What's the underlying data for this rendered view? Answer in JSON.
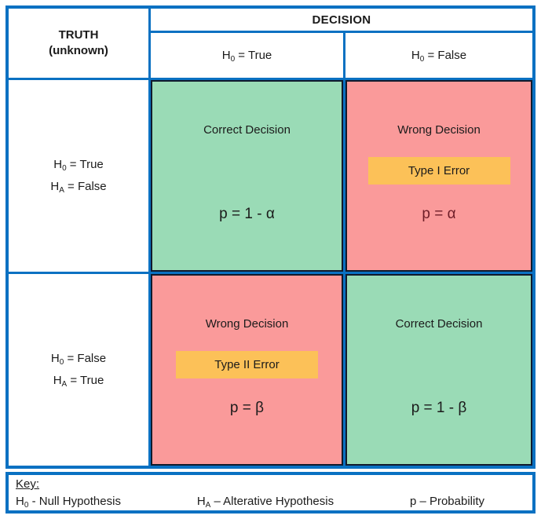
{
  "colors": {
    "border_blue": "#0a71c2",
    "correct_green": "#9adbb6",
    "wrong_red": "#fa9a9a",
    "error_badge_orange": "#fcc158",
    "cell_outline_dark": "#111a2c",
    "p_alpha_maroon": "#6e1e28",
    "text_black": "#1b1b1b"
  },
  "table": {
    "truth_header": {
      "line1": "TRUTH",
      "line2": "(unknown)"
    },
    "decision_header": "DECISION",
    "col_headers": [
      {
        "base": "H",
        "sub": "0",
        "rest": " = True"
      },
      {
        "base": "H",
        "sub": "0",
        "rest": " = False"
      }
    ],
    "rows": [
      {
        "label_lines": [
          {
            "base": "H",
            "sub": "0",
            "rest": " = True"
          },
          {
            "base": "H",
            "sub": "A",
            "rest": " = False"
          }
        ],
        "cells": [
          {
            "type": "correct",
            "label": "Correct Decision",
            "p": "p =  1 - α"
          },
          {
            "type": "wrong",
            "label": "Wrong Decision",
            "badge": "Type I Error",
            "p": "p = α"
          }
        ]
      },
      {
        "label_lines": [
          {
            "base": "H",
            "sub": "0",
            "rest": " = False"
          },
          {
            "base": "H",
            "sub": "A",
            "rest": " = True"
          }
        ],
        "cells": [
          {
            "type": "wrong",
            "label": "Wrong Decision",
            "badge": "Type II Error",
            "p": "p = β"
          },
          {
            "type": "correct",
            "label": "Correct Decision",
            "p": "p =  1 - β"
          }
        ]
      }
    ]
  },
  "key": {
    "title": "Key:",
    "items": [
      {
        "base": "H",
        "sub": "0",
        "rest": " - Null Hypothesis"
      },
      {
        "base": "H",
        "sub": "A",
        "rest": " – Alterative Hypothesis"
      },
      {
        "base": "p",
        "sub": "",
        "rest": " – Probability"
      }
    ]
  }
}
